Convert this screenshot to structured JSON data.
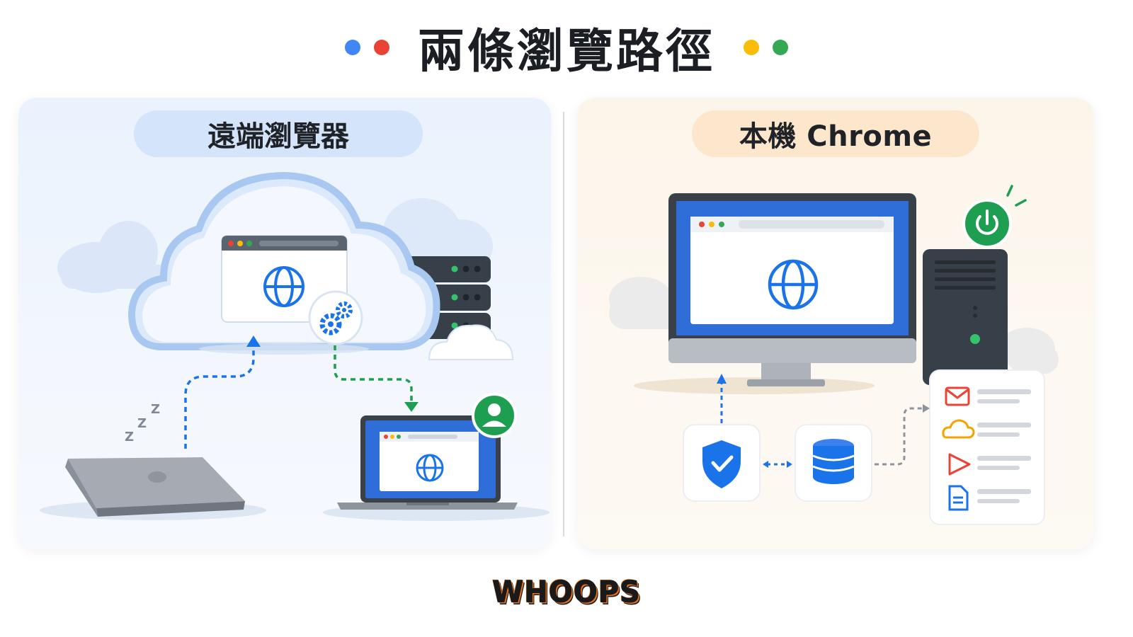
{
  "header": {
    "title": "兩條瀏覽路徑",
    "dot_colors_left": [
      "#4285f4",
      "#ea4335"
    ],
    "dot_colors_right": [
      "#fbbc05",
      "#34a853"
    ]
  },
  "left_panel": {
    "label": "遠端瀏覽器",
    "sleep_text": "z z Z"
  },
  "right_panel": {
    "label": "本機 Chrome"
  },
  "footer": {
    "logo": "WHOOPS"
  },
  "colors": {
    "google_blue": "#1a73e8",
    "google_green": "#1e9e50",
    "server_dark": "#374049",
    "left_panel_bg": "#eaf2fd",
    "right_panel_bg": "#fcf5ea"
  }
}
